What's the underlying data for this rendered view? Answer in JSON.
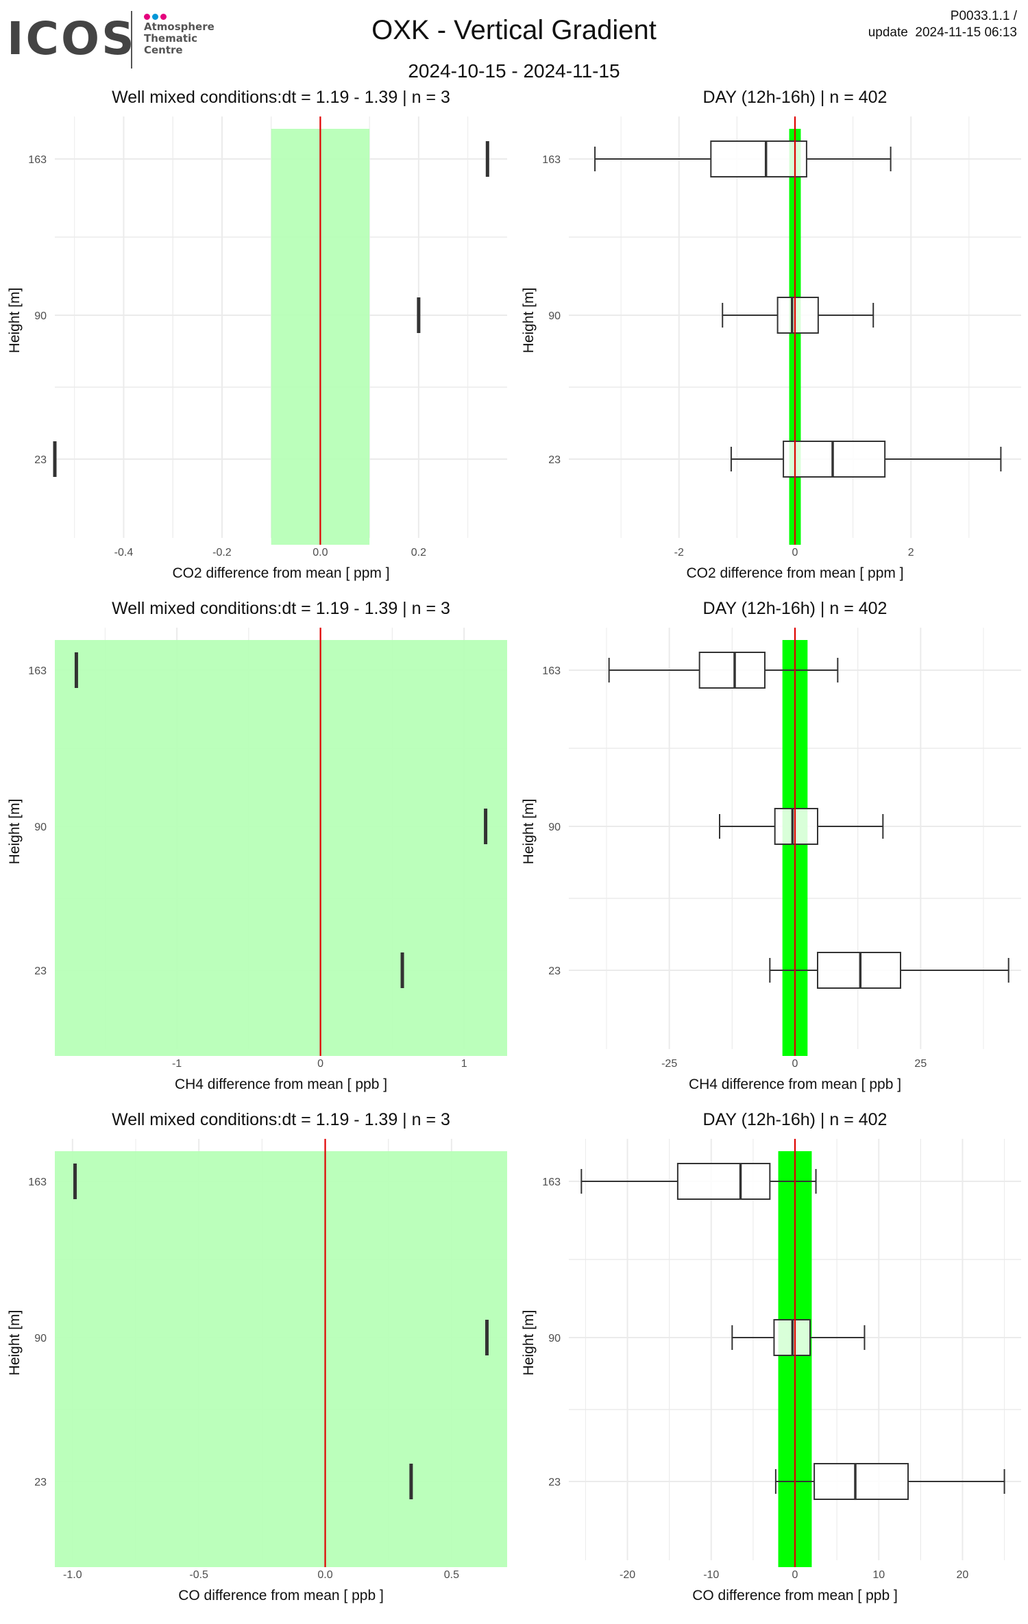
{
  "logo": {
    "wordmark": "ICOS",
    "lines": [
      "Atmosphere",
      "Thematic",
      "Centre"
    ],
    "dot_colors": [
      "#e5007d",
      "#0097d7",
      "#e5007d"
    ]
  },
  "header": {
    "title": "OXK - Vertical Gradient",
    "date_range": "2024-10-15 - 2024-11-15",
    "product_id": "P0033.1.1 /",
    "update": "update  2024-11-15 06:13"
  },
  "colors": {
    "band_light": "#b7ffb7",
    "band_bright": "#00ff00",
    "zero_line": "#e00000",
    "grid": "#ebebeb",
    "box_stroke": "#333333"
  },
  "chart_data": [
    {
      "type": "box",
      "title": "Well mixed conditions:dt = 1.19 - 1.39 | n = 3",
      "xlabel": "CO2  difference from mean [ ppm ]",
      "ylabel": "Height [m]",
      "categories": [
        "163",
        "90",
        "23"
      ],
      "xlim": [
        -0.54,
        0.38
      ],
      "xticks": [
        -0.4,
        -0.2,
        0.0,
        0.2
      ],
      "xtick_labels": [
        "-0.4",
        "-0.2",
        "0.0",
        "0.2"
      ],
      "band": [
        -0.1,
        0.1
      ],
      "band_style": "light",
      "values": [
        0.34,
        0.2,
        -0.54
      ]
    },
    {
      "type": "box",
      "title": "DAY (12h-16h) | n = 402",
      "xlabel": "CO2  difference from mean [ ppm ]",
      "ylabel": "Height [m]",
      "categories": [
        "163",
        "90",
        "23"
      ],
      "xlim": [
        -3.9,
        3.9
      ],
      "xticks": [
        -2,
        0,
        2
      ],
      "xtick_labels": [
        "-2",
        "0",
        "2"
      ],
      "band": [
        -0.1,
        0.1
      ],
      "band_style": "bright",
      "boxes": [
        {
          "min": -3.45,
          "q1": -1.45,
          "median": -0.5,
          "q3": 0.2,
          "max": 1.65
        },
        {
          "min": -1.25,
          "q1": -0.3,
          "median": -0.05,
          "q3": 0.4,
          "max": 1.35
        },
        {
          "min": -1.1,
          "q1": -0.2,
          "median": 0.65,
          "q3": 1.55,
          "max": 3.55
        }
      ]
    },
    {
      "type": "box",
      "title": "Well mixed conditions:dt = 1.19 - 1.39 | n = 3",
      "xlabel": "CH4  difference from mean [ ppb ]",
      "ylabel": "Height [m]",
      "categories": [
        "163",
        "90",
        "23"
      ],
      "xlim": [
        -1.85,
        1.3
      ],
      "xticks": [
        -1,
        0,
        1
      ],
      "xtick_labels": [
        "-1",
        "0",
        "1"
      ],
      "band": [
        -1.85,
        1.3
      ],
      "band_style": "light",
      "values": [
        -1.7,
        1.15,
        0.57
      ]
    },
    {
      "type": "box",
      "title": "DAY (12h-16h) | n = 402",
      "xlabel": "CH4  difference from mean [ ppb ]",
      "ylabel": "Height [m]",
      "categories": [
        "163",
        "90",
        "23"
      ],
      "xlim": [
        -45,
        45
      ],
      "xticks": [
        -25,
        0,
        25
      ],
      "xtick_labels": [
        "-25",
        "0",
        "25"
      ],
      "band": [
        -2.5,
        2.5
      ],
      "band_style": "bright",
      "boxes": [
        {
          "min": -37,
          "q1": -19,
          "median": -12,
          "q3": -6,
          "max": 8.5
        },
        {
          "min": -15,
          "q1": -4,
          "median": -0.5,
          "q3": 4.5,
          "max": 17.5
        },
        {
          "min": -5,
          "q1": 4.5,
          "median": 13,
          "q3": 21,
          "max": 42.5
        }
      ]
    },
    {
      "type": "box",
      "title": "Well mixed conditions:dt = 1.19 - 1.39 | n = 3",
      "xlabel": "CO  difference from mean [ ppb ]",
      "ylabel": "Height [m]",
      "categories": [
        "163",
        "90",
        "23"
      ],
      "xlim": [
        -1.07,
        0.72
      ],
      "xticks": [
        -1.0,
        -0.5,
        0.0,
        0.5
      ],
      "xtick_labels": [
        "-1.0",
        "-0.5",
        "0.0",
        "0.5"
      ],
      "band": [
        -1.07,
        0.72
      ],
      "band_style": "light",
      "values": [
        -0.99,
        0.64,
        0.34
      ]
    },
    {
      "type": "box",
      "title": "DAY (12h-16h) | n = 402",
      "xlabel": "CO  difference from mean [ ppb ]",
      "ylabel": "Height [m]",
      "categories": [
        "163",
        "90",
        "23"
      ],
      "xlim": [
        -27,
        27
      ],
      "xticks": [
        -20,
        -10,
        0,
        10,
        20
      ],
      "xtick_labels": [
        "-20",
        "-10",
        "0",
        "10",
        "20"
      ],
      "band": [
        -2,
        2
      ],
      "band_style": "bright",
      "boxes": [
        {
          "min": -25.5,
          "q1": -14,
          "median": -6.5,
          "q3": -3,
          "max": 2.5
        },
        {
          "min": -7.5,
          "q1": -2.5,
          "median": -0.3,
          "q3": 1.8,
          "max": 8.3
        },
        {
          "min": -2.3,
          "q1": 2.3,
          "median": 7.2,
          "q3": 13.5,
          "max": 25
        }
      ]
    }
  ]
}
